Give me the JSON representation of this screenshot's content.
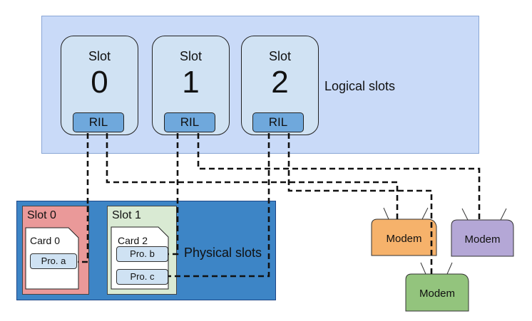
{
  "logical": {
    "label": "Logical slots",
    "slots": [
      {
        "title": "Slot",
        "number": "0",
        "ril": "RIL"
      },
      {
        "title": "Slot",
        "number": "1",
        "ril": "RIL"
      },
      {
        "title": "Slot",
        "number": "2",
        "ril": "RIL"
      }
    ]
  },
  "physical": {
    "label": "Physical slots",
    "slots": [
      {
        "title": "Slot 0",
        "card": "Card 0",
        "profiles": [
          "Pro. a"
        ]
      },
      {
        "title": "Slot 1",
        "card": "Card 2",
        "profiles": [
          "Pro. b",
          "Pro. c"
        ]
      }
    ]
  },
  "modems": [
    {
      "label": "Modem",
      "color": "#f6b26b"
    },
    {
      "label": "Modem",
      "color": "#b4a7d6"
    },
    {
      "label": "Modem",
      "color": "#93c47d"
    }
  ],
  "colors": {
    "logical_bg": "#c9daf8",
    "physical_bg": "#3d85c6",
    "ril": "#6fa8dc",
    "slot0": "#ea9999",
    "slot1": "#d9ead3"
  }
}
